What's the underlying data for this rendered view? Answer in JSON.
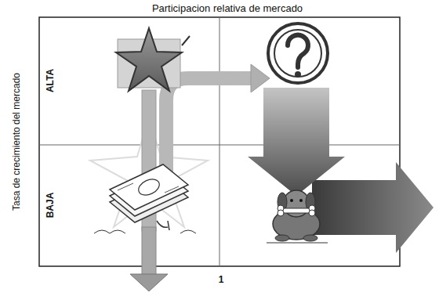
{
  "diagram": {
    "labels": [
      "Participacion relativa de mercado",
      "Tasa de crecimiento del mercado",
      "ALTA",
      "BAJA",
      "1"
    ]
  }
}
